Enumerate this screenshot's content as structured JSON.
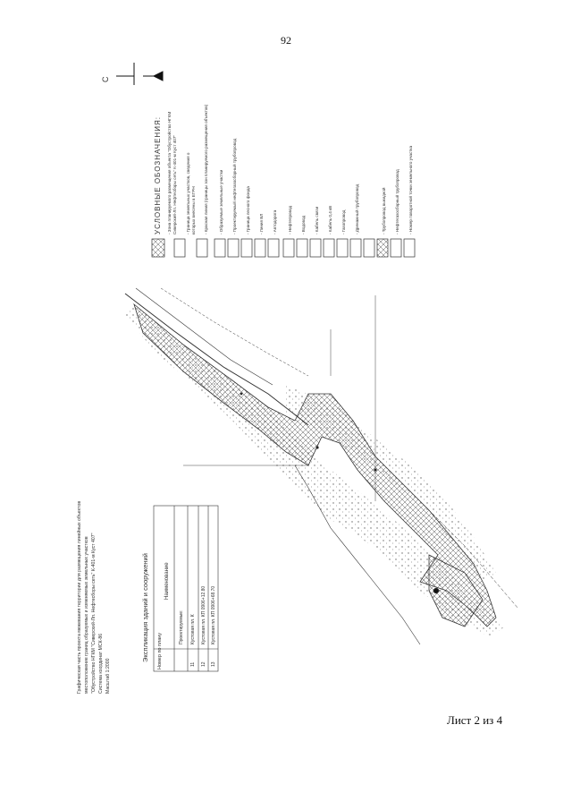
{
  "page_number": "92",
  "sheet_label": "Лист 2 из 4",
  "drawing": {
    "description_lines": [
      "Графическая часть проекта межевания территории для размещения линейных объектов",
      "местоположение границ образуемых и изменяемых земельных участков",
      "\"Обустройство НГКМ \"Сиверский-Лп. Нефтесборы сеть\" К-401-м Куст 407\"",
      "Система координат МСК-86",
      "Масштаб 1:2000"
    ],
    "table": {
      "title": "Экспликация зданий и сооружений",
      "headers": [
        "Номер по плану",
        "Наименование"
      ],
      "rows": [
        {
          "num": "",
          "name": "Проектируемые:"
        },
        {
          "num": "11",
          "name": "Кустовая пл. К"
        },
        {
          "num": "12",
          "name": "Кустовая пл. КП 0906+12.80"
        },
        {
          "num": "13",
          "name": "Кустовая пл. КП 0906+68.70"
        }
      ]
    },
    "legend": {
      "title": "УСЛОВНЫЕ ОБОЗНАЧЕНИЯ:",
      "items": [
        "- Зона планируемого размещения объекта \"Обустройство НГКМ",
        "  Сиверский-Лп. Нефтесборы сеть\" К-401-м Куст 407\"",
        "- Граница земельных участков, сведения о",
        "  которых внесены в ЕГРН",
        "- Красная линия (границы зон планируемого размещения объектов)",
        "- Образуемые земельные участки",
        "- Проектируемый нефтегазосборный трубопровод",
        "- Граница лесного фонда",
        "- Линия ВЛ",
        "- Автодорога",
        "- Нефтепровод",
        "- Водовод",
        "- Кабель связи",
        "- Кабель 0,4 кВ",
        "- Газопровод",
        "- Дренажный трубопровод",
        "- Трубопровод выкидной",
        "- Нефтегазосборный трубопровод",
        "- Номер поворотной точки земельного участка"
      ]
    },
    "north_label": "С"
  }
}
